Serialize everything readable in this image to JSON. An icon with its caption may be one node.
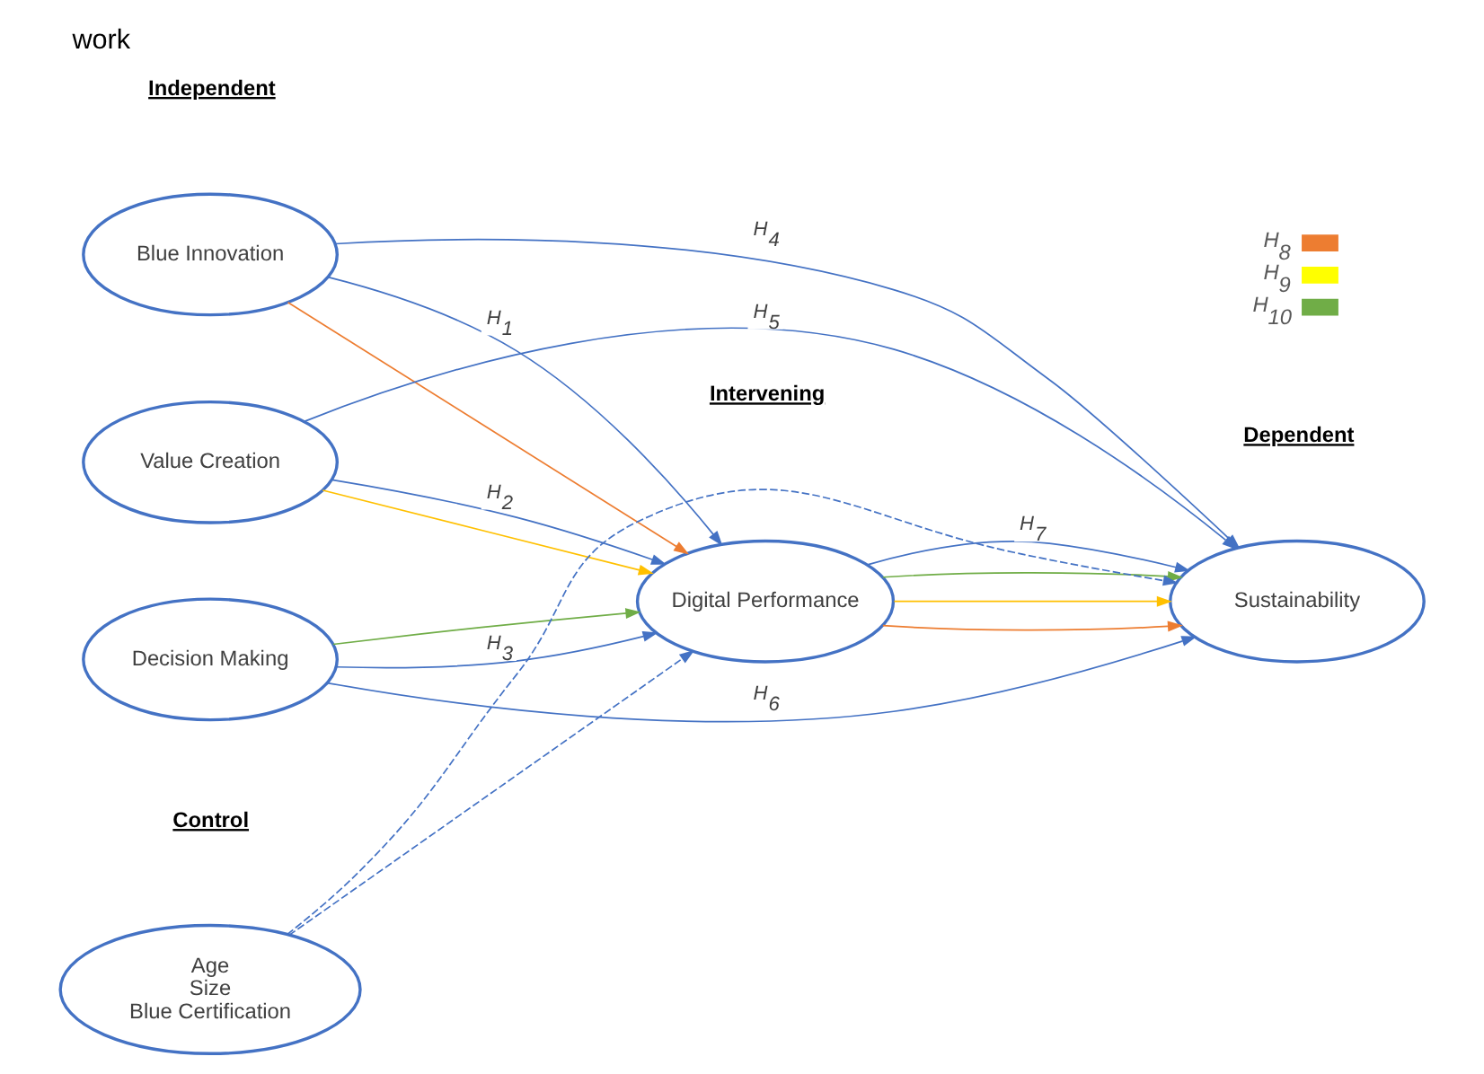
{
  "diagram": {
    "title": "work",
    "nodes": [
      {
        "text": [
          "Blue Innovation"
        ]
      },
      {
        "text": [
          "Value Creation"
        ]
      },
      {
        "text": [
          "Decision Making"
        ]
      },
      {
        "text": [
          "Digital Performance"
        ]
      },
      {
        "text": [
          "Sustainability"
        ]
      },
      {
        "text": [
          "Age",
          "Size",
          "Blue Certification"
        ]
      }
    ],
    "edges": [
      {
        "from": 0,
        "to": 3,
        "arrow": "to",
        "label": "H$_{1}$"
      },
      {
        "from": 0,
        "to": 3,
        "arrow": "to",
        "color": "#ed7d31"
      },
      {
        "from": 1,
        "to": 3,
        "arrow": "to",
        "label": "H$_{2}$"
      },
      {
        "from": 1,
        "to": 3,
        "arrow": "to",
        "color": "#ffc000"
      },
      {
        "from": 2,
        "to": 3,
        "arrow": "to",
        "label": "H$_{3}$"
      },
      {
        "from": 2,
        "to": 3,
        "arrow": "to",
        "color": "#70ad47"
      },
      {
        "from": 0,
        "to": 4,
        "arrow": "to",
        "label": "H$_{4}$"
      },
      {
        "from": 1,
        "to": 4,
        "arrow": "to",
        "label": "H$_{5}$"
      },
      {
        "from": 2,
        "to": 4,
        "arrow": "to",
        "label": "H$_{6}$"
      },
      {
        "from": 3,
        "to": 4,
        "arrow": "to",
        "label": "H$_{7}$"
      },
      {
        "from": 3,
        "to": 4,
        "arrow": "to",
        "color": "#ed7d31"
      },
      {
        "from": 3,
        "to": 4,
        "arrow": "to",
        "color": "#ffc000"
      },
      {
        "from": 3,
        "to": 4,
        "arrow": "to",
        "color": "#70ad47"
      },
      {
        "from": 5,
        "to": 3,
        "arrow": "to",
        "style": "dashed"
      },
      {
        "from": 5,
        "to": 4,
        "arrow": "to",
        "style": "dashed"
      }
    ],
    "labels": [
      "Independent",
      "Intervening",
      "Control",
      "Dependent"
    ],
    "legend": [
      {
        "text": "H$_{8}$",
        "color": "#ed7d31"
      },
      {
        "text": "H$_{9}$",
        "color": "#ffff00"
      },
      {
        "text": "H$_{10}$",
        "color": "#70ad47"
      }
    ]
  }
}
